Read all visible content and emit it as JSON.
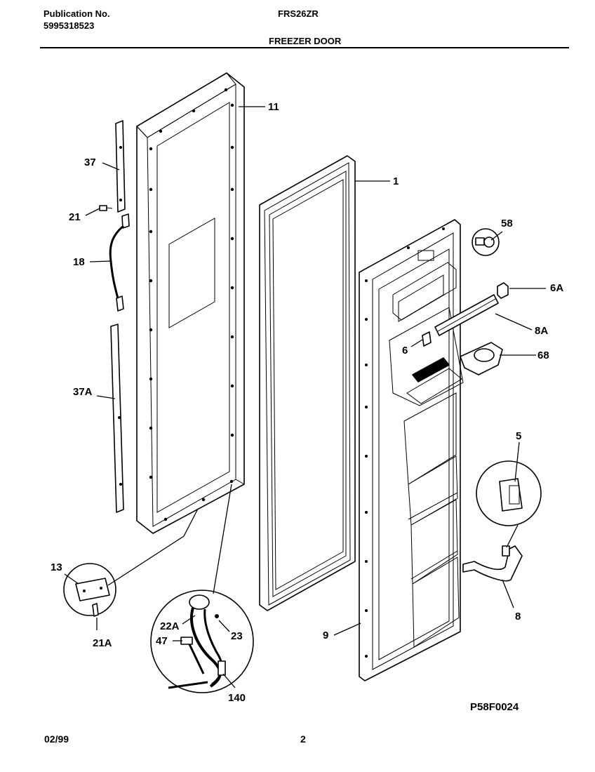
{
  "header": {
    "publication_label": "Publication No.",
    "publication_number": "5995318523",
    "model": "FRS26ZR",
    "section_title": "FREEZER DOOR"
  },
  "callouts": {
    "c11": "11",
    "c1": "1",
    "c37": "37",
    "c21": "21",
    "c18": "18",
    "c37a": "37A",
    "c58": "58",
    "c6a": "6A",
    "c8a": "8A",
    "c6": "6",
    "c68": "68",
    "c5": "5",
    "c13": "13",
    "c21a": "21A",
    "c22a": "22A",
    "c47": "47",
    "c23": "23",
    "c140": "140",
    "c9": "9",
    "c8": "8"
  },
  "figure_code": "P58F0024",
  "footer": {
    "date": "02/99",
    "page": "2"
  }
}
